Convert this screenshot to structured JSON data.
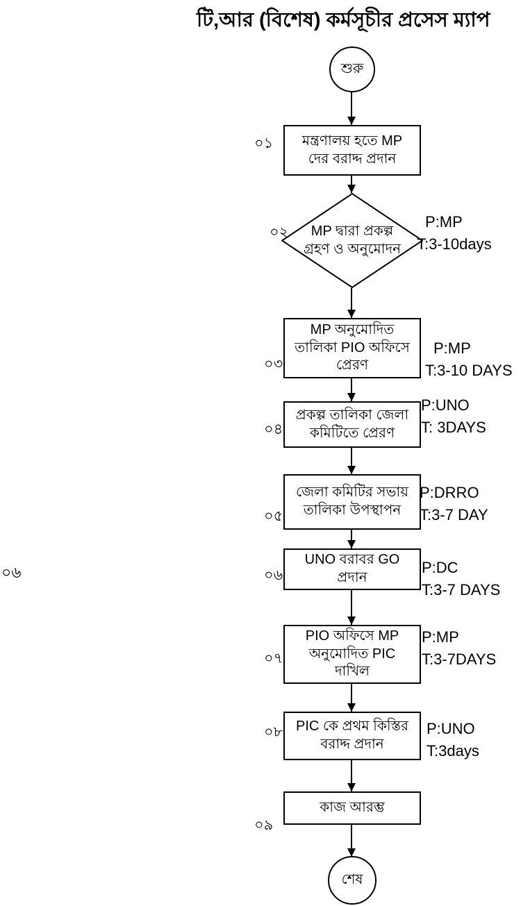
{
  "title": "টি,আর  (বিশেষ) কর্মসূচীর প্রসেস ম্যাপ",
  "terminals": {
    "start": "শুরু",
    "end": "শেষ"
  },
  "stray_label": "০৬",
  "flowchart": {
    "type": "flowchart",
    "direction": "top-to-bottom"
  },
  "steps": [
    {
      "num": "০১",
      "type": "process",
      "label": "মন্ত্রণালয় হতে MP দের বরাদ্দ প্রদান"
    },
    {
      "num": "০২",
      "type": "decision",
      "label": "MP দ্বারা প্রকল্প গ্রহণ ও অনুমোদন",
      "p": "P:MP",
      "t": "T:3-10days"
    },
    {
      "num": "০৩",
      "type": "process",
      "label": "MP অনুমোদিত তালিকা PIO অফিসে প্রেরণ",
      "p": "P:MP",
      "t": "T:3-10 DAYS"
    },
    {
      "num": "০৪",
      "type": "process",
      "label": "প্রকল্প তালিকা জেলা কমিটিতে প্রেরণ",
      "p": "P:UNO",
      "t": "T: 3DAYS"
    },
    {
      "num": "০৫",
      "type": "process",
      "label": "জেলা কমিটির সভায় তালিকা উপস্থাপন",
      "p": "P:DRRO",
      "t": "T:3-7 DAY"
    },
    {
      "num": "০৬",
      "type": "process",
      "label": "UNO বরাবর GO প্রদান",
      "p": "P:DC",
      "t": "T:3-7 DAYS"
    },
    {
      "num": "০৭",
      "type": "process",
      "label": "PIO অফিসে MP অনুমোদিত PIC দাখিল",
      "p": "P:MP",
      "t": "T:3-7DAYS"
    },
    {
      "num": "০৮",
      "type": "process",
      "label": "PIC কে প্রথম কিস্তির বরাদ্দ প্রদান",
      "p": "P:UNO",
      "t": "T:3days"
    },
    {
      "num": "০৯",
      "type": "process",
      "label": "কাজ আরম্ভ"
    }
  ]
}
